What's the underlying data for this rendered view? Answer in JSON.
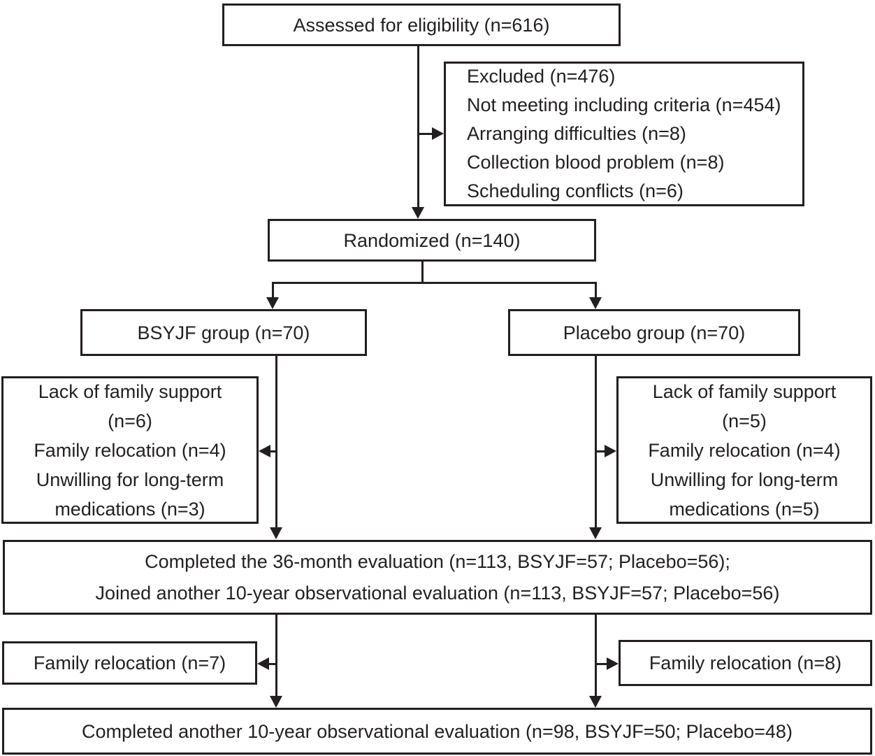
{
  "figure": {
    "type": "consort-flow-diagram",
    "colors": {
      "stroke": "#231f20",
      "text": "#231f20",
      "background": "#ffffff"
    },
    "boxes": {
      "assessed": {
        "text": "Assessed for eligibility (n=616)"
      },
      "excluded": {
        "lines": [
          "Excluded (n=476)",
          "Not meeting including criteria (n=454)",
          "Arranging difficulties (n=8)",
          "Collection blood problem (n=8)",
          "Scheduling conflicts (n=6)"
        ]
      },
      "randomized": {
        "text": "Randomized (n=140)"
      },
      "bsyjf_group": {
        "text": "BSYJF group (n=70)"
      },
      "placebo_group": {
        "text": "Placebo group (n=70)"
      },
      "bsyjf_dropout": {
        "lines": [
          "Lack of family support",
          "(n=6)",
          "Family relocation (n=4)",
          "Unwilling for long-term",
          "medications (n=3)"
        ]
      },
      "placebo_dropout": {
        "lines": [
          "Lack of family support",
          "(n=5)",
          "Family relocation (n=4)",
          "Unwilling for long-term",
          "medications (n=5)"
        ]
      },
      "completed_36_month": {
        "lines": [
          "Completed the 36-month evaluation (n=113, BSYJF=57; Placebo=56);",
          "Joined another 10-year observational evaluation (n=113, BSYJF=57; Placebo=56)"
        ]
      },
      "bsyjf_relocation": {
        "text": "Family relocation (n=7)"
      },
      "placebo_relocation": {
        "text": "Family relocation (n=8)"
      },
      "completed_10_year": {
        "text": "Completed another 10-year observational evaluation (n=98, BSYJF=50; Placebo=48)"
      }
    }
  }
}
